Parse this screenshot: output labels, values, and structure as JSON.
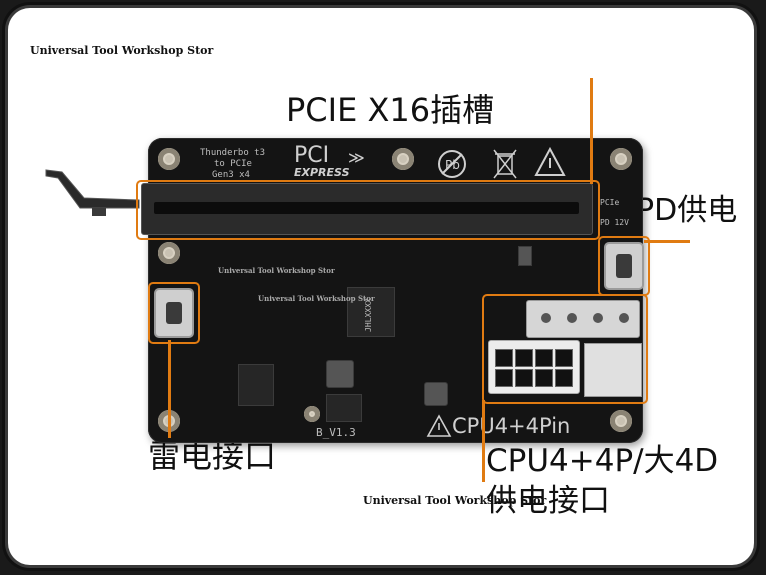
{
  "watermarks": {
    "top": "Universal Tool Workshop Stor",
    "mid1": "Universal Tool Workshop Stor",
    "mid2": "Universal Tool Workshop Stor",
    "bottom": "Universal Tool Workshop Stor"
  },
  "labels": {
    "pcie_slot": "PCIE X16插槽",
    "pd_power": "PD供电",
    "thunderbolt": "雷电接口",
    "cpu_line1": "CPU4+4P/大4D",
    "cpu_line2": "供电接口"
  },
  "silkscreen": {
    "board_name_1": "Thunderbo t3",
    "board_name_2": "to PCIe",
    "board_name_3": "Gen3 x4",
    "pci_logo": "PCI",
    "express": "EXPRESS",
    "pcie_small": "PCIe",
    "pd12v": "PD 12V",
    "version": "B_V1.3",
    "cpu_pin": "CPU4+4Pin",
    "chip_mark": "JHLXXXX"
  },
  "colors": {
    "accent": "#e07b12",
    "board": "#141414",
    "background": "#ffffff"
  }
}
